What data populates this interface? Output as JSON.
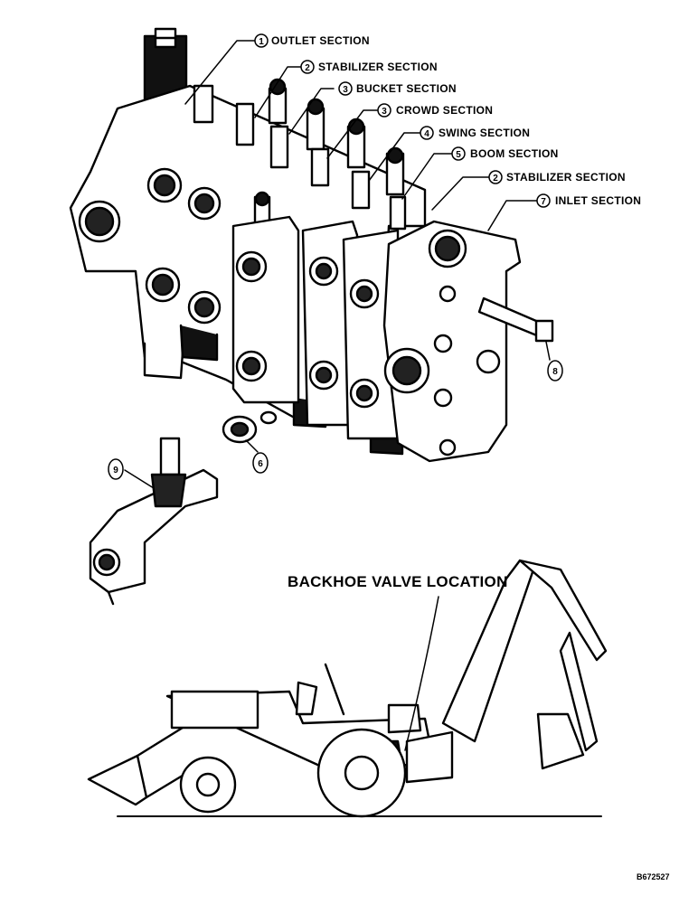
{
  "callouts": [
    {
      "num": "1",
      "text": "OUTLET SECTION"
    },
    {
      "num": "2",
      "text": "STABILIZER SECTION"
    },
    {
      "num": "3",
      "text": "BUCKET SECTION"
    },
    {
      "num": "3",
      "text": "CROWD SECTION"
    },
    {
      "num": "4",
      "text": "SWING SECTION"
    },
    {
      "num": "5",
      "text": "BOOM SECTION"
    },
    {
      "num": "2",
      "text": "STABILIZER SECTION"
    },
    {
      "num": "7",
      "text": "INLET SECTION"
    }
  ],
  "part_numbers": {
    "p6": "6",
    "p8": "8",
    "p9": "9"
  },
  "location_label": "BACKHOE VALVE LOCATION",
  "figure_id": "B672527"
}
